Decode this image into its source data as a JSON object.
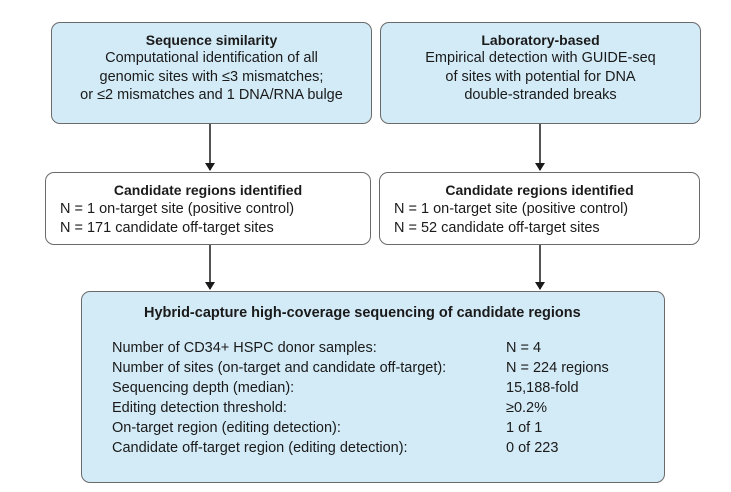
{
  "top_left": {
    "title": "Sequence similarity",
    "body": "Computational identification of all\ngenomic sites with ≤3 mismatches;\nor ≤2 mismatches and 1 DNA/RNA bulge"
  },
  "top_right": {
    "title": "Laboratory-based",
    "body": "Empirical detection with GUIDE-seq\nof sites with potential for DNA\ndouble-stranded breaks"
  },
  "mid_left": {
    "title": "Candidate regions identified",
    "line1": "N = 1 on-target site (positive control)",
    "line2": "N = 171 candidate off-target sites"
  },
  "mid_right": {
    "title": "Candidate regions identified",
    "line1": "N = 1 on-target site (positive control)",
    "line2": "N = 52 candidate off-target sites"
  },
  "bottom": {
    "title": "Hybrid-capture high-coverage sequencing of candidate regions",
    "rows": [
      {
        "label": "Number of CD34+ HSPC donor samples:",
        "value": "N = 4"
      },
      {
        "label": "Number of sites (on-target and candidate off-target):",
        "value": "N = 224 regions"
      },
      {
        "label": "Sequencing depth (median):",
        "value": "15,188-fold"
      },
      {
        "label": "Editing detection threshold:",
        "value": "≥0.2%"
      },
      {
        "label": "On-target region (editing detection):",
        "value": "1 of 1"
      },
      {
        "label": "Candidate off-target region (editing detection):",
        "value": "0 of 223"
      }
    ]
  },
  "colors": {
    "box_fill": "#d3ebf7",
    "border": "#6a6a6a",
    "arrow": "#1a1a1a"
  }
}
